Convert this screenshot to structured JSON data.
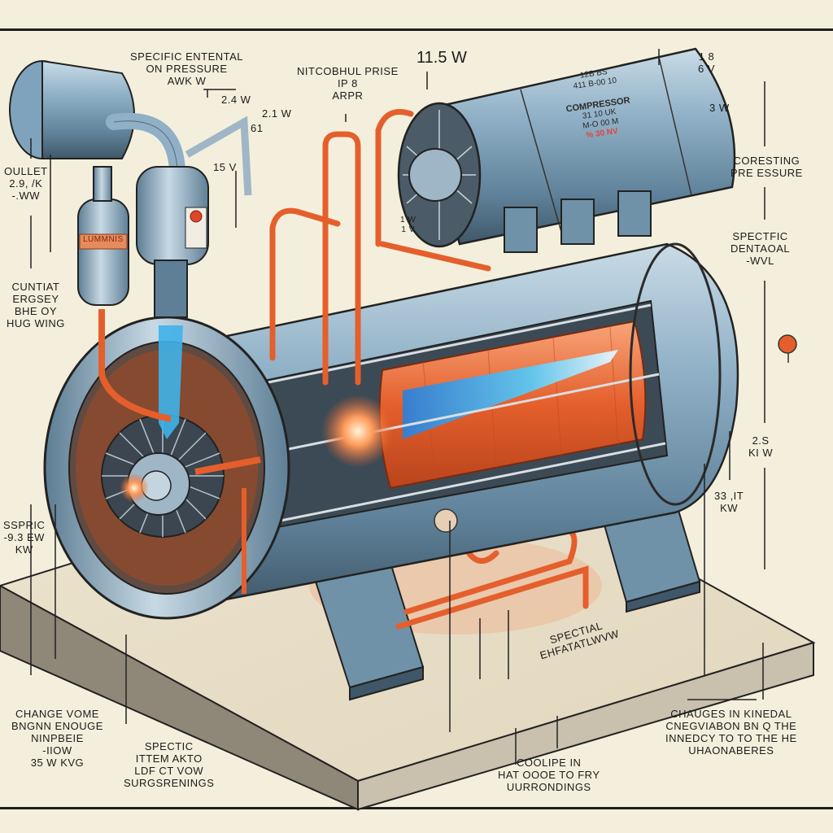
{
  "title": "Compressor cutaway technical illustration",
  "colors": {
    "paper": "#f4efdc",
    "steel": "#7fa3bd",
    "steel_dark": "#4b6678",
    "copper": "#e2622f",
    "coolant": "#3fb2ea",
    "base": "#d9d2bf",
    "ink": "#1c1c1c"
  },
  "labels": {
    "top_left_annotation": [
      "Specific entental",
      "on pressure",
      "awk w"
    ],
    "top_left_value_1": "2.4 w",
    "top_left_value_2": "2.1 w",
    "top_left_value_3": "61",
    "top_center_annotation": [
      "Nitcobhul prise",
      "ip 8",
      "arpr"
    ],
    "top_power": "11.5 w",
    "top_right_value": [
      "1 8",
      "6 v"
    ],
    "right_value_3w": "3 w",
    "right_top_annotation": [
      "Coresting",
      "pre essure"
    ],
    "compressor_plate": {
      "line1": "12B BS",
      "line2": "411 b-00 10",
      "name": "Compressor",
      "line3": "31 10 UK",
      "line4": "m-o 00 m",
      "rating": "% 30 NV"
    },
    "left_outlet": [
      "Oullet",
      "2.9, /k",
      "-.ww"
    ],
    "left_energy": [
      "Cuntiat",
      "ergsey",
      "bhe oy",
      "hug wing"
    ],
    "pipe_value_1": "15 v",
    "pipe_value_2": [
      "1 w",
      "1 v"
    ],
    "right_mid_annotation": [
      "Spectfic",
      "dentaoal",
      "-wvl"
    ],
    "right_value_25": [
      "2.s",
      "ki w"
    ],
    "right_value_33": [
      "33 ,it",
      "kw"
    ],
    "left_specific": [
      "Sspric",
      "-9.3 ew",
      "kw"
    ],
    "base_annotation": [
      "Spectial",
      "ehfatatlwvw"
    ],
    "bottom_left_1": [
      "Change vome",
      "bngnn enouge",
      "ninpbeie",
      "-iiow",
      "35 w kvg"
    ],
    "bottom_left_2": [
      "Spectic",
      "ittem akto",
      "ldf ct vow",
      "surgsrenings"
    ],
    "bottom_center": [
      "Coolipe in",
      "hat oooe to fry",
      "uurrondings"
    ],
    "bottom_right": [
      "Chauges in kinedal",
      "cnegviabon bn q the",
      "innedcy to to the he",
      "uhaonaberes"
    ],
    "filter_band": "Lummnis"
  }
}
